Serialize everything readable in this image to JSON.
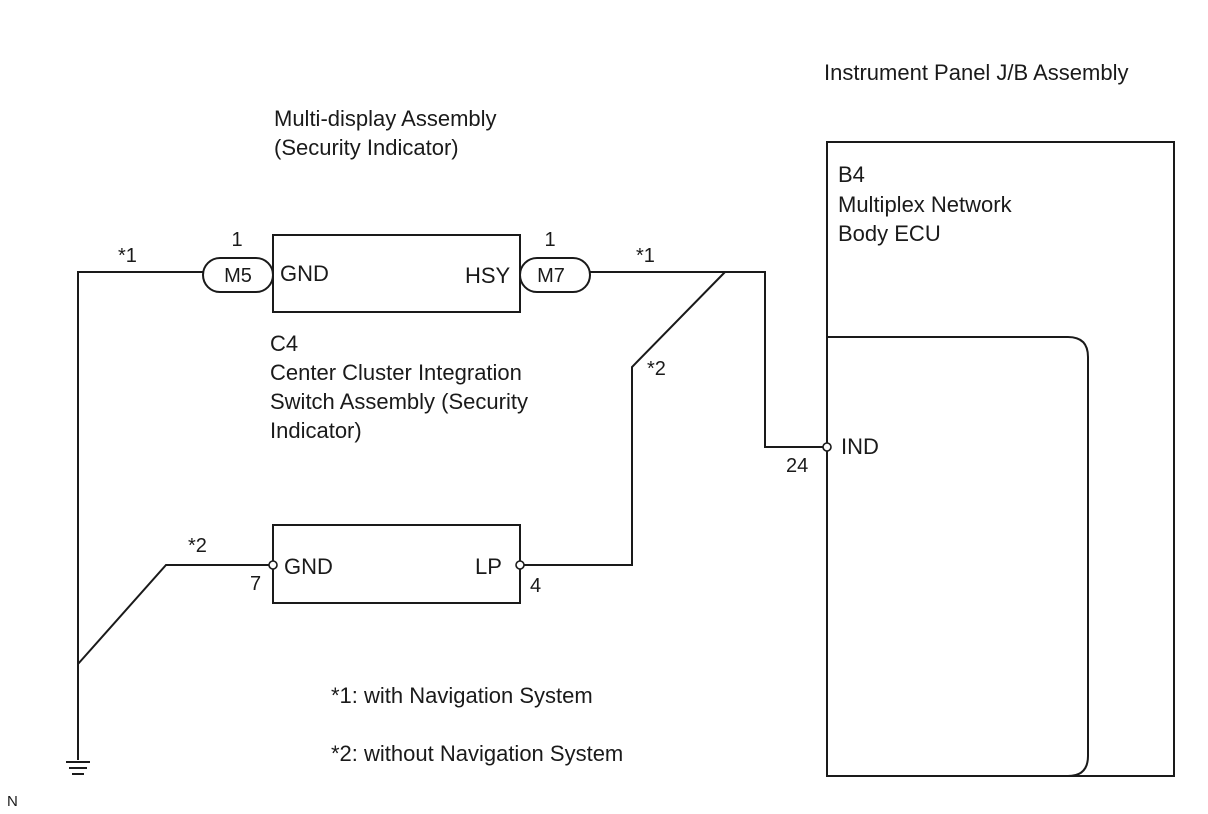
{
  "ecu_box": {
    "title": "Instrument Panel J/B Assembly",
    "code": "B4",
    "name_line1": "Multiplex Network",
    "name_line2": "Body ECU",
    "ind_label": "IND",
    "ind_pin": "24"
  },
  "multi_display": {
    "title_line1": "Multi-display Assembly",
    "title_line2": "(Security Indicator)",
    "gnd_label": "GND",
    "hsy_label": "HSY",
    "connector_left": "M5",
    "connector_left_pin": "1",
    "connector_right": "M7",
    "connector_right_pin": "1"
  },
  "center_cluster": {
    "code": "C4",
    "title_line1": "Center Cluster Integration",
    "title_line2": "Switch Assembly (Security",
    "title_line3": "Indicator)",
    "gnd_label": "GND",
    "gnd_pin": "7",
    "lp_label": "LP",
    "lp_pin": "4"
  },
  "branch_marks": {
    "nav_left": "*1",
    "nav_right": "*1",
    "no_nav_right": "*2",
    "no_nav_left": "*2"
  },
  "notes": {
    "note1": "*1: with Navigation System",
    "note2": "*2: without Navigation System"
  },
  "corner_mark": "N"
}
